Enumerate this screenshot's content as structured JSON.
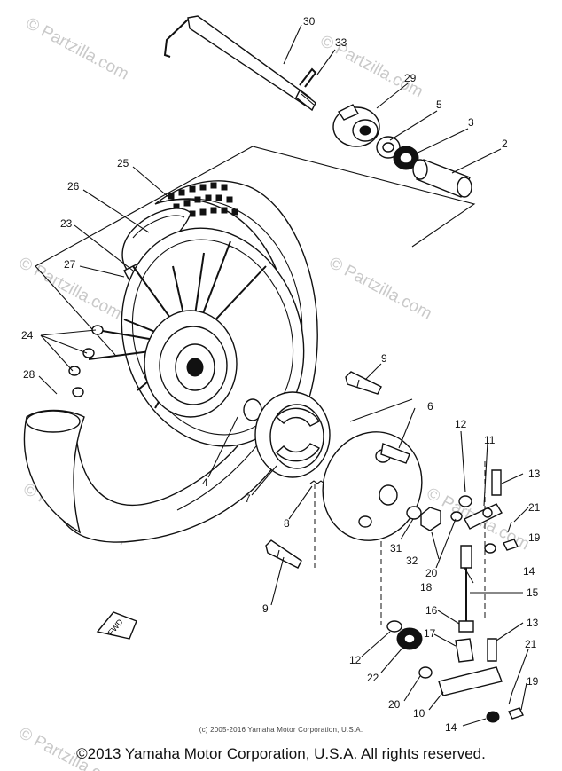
{
  "watermark": "© Partzilla.com",
  "fwd_label": "FWD",
  "callouts": {
    "p30": "30",
    "p33": "33",
    "p29": "29",
    "p5": "5",
    "p3": "3",
    "p2": "2",
    "p25": "25",
    "p26": "26",
    "p23": "23",
    "p27": "27",
    "p24": "24",
    "p28": "28",
    "p4": "4",
    "p9a": "9",
    "p6": "6",
    "p12a": "12",
    "p11": "11",
    "p13a": "13",
    "p21a": "21",
    "p19a": "19",
    "p7": "7",
    "p8": "8",
    "p31": "31",
    "p32": "32",
    "p20a": "20",
    "p14a": "14",
    "p18": "18",
    "p15": "15",
    "p9b": "9",
    "p16": "16",
    "p13b": "13",
    "p17": "17",
    "p21b": "21",
    "p12b": "12",
    "p22": "22",
    "p19b": "19",
    "p20b": "20",
    "p10": "10",
    "p14b": "14"
  },
  "copyright_small": "(c) 2005-2016 Yamaha Motor Corporation, U.S.A.",
  "copyright_main": "©2013 Yamaha Motor Corporation, U.S.A. All rights reserved."
}
